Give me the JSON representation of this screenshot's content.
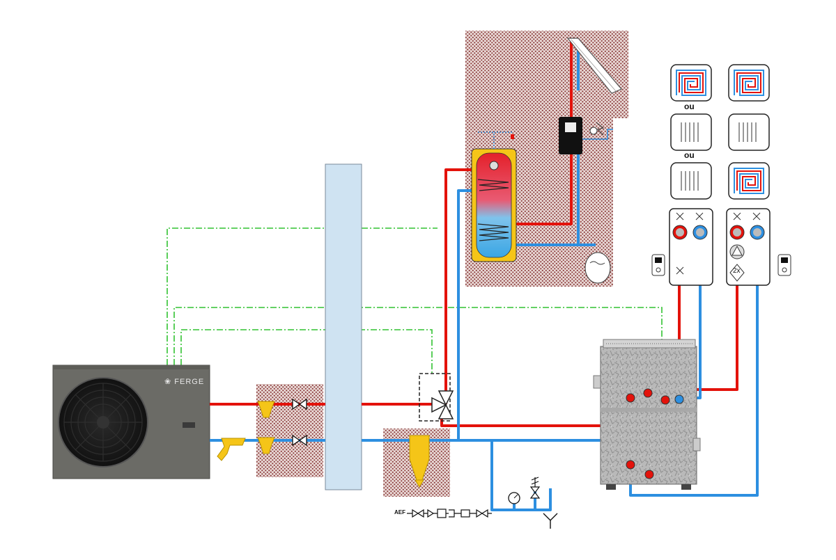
{
  "brand": {
    "name": "FERGE"
  },
  "labels": {
    "ou_1": "ou",
    "ou_2": "ou",
    "aef": "AEF",
    "pump_multiplier": "2x"
  },
  "colors": {
    "hot_pipe": "#e3120b",
    "cold_pipe": "#2d8fe0",
    "control_line": "#31c231",
    "technical_zone": "#8a3a3a",
    "buffer_tank": "#cfe3f2",
    "filter": "#f5c518"
  },
  "icons": [
    "heat-pump-unit",
    "buffer-tank",
    "solar-collector",
    "dhw-cylinder",
    "solar-station",
    "expansion-vessel",
    "boiler",
    "underfloor-heating",
    "radiator",
    "pump-group",
    "three-way-valve",
    "magnetic-filter",
    "isolation-valve",
    "pressure-gauge",
    "safety-valve",
    "drain-funnel",
    "room-thermostat"
  ]
}
